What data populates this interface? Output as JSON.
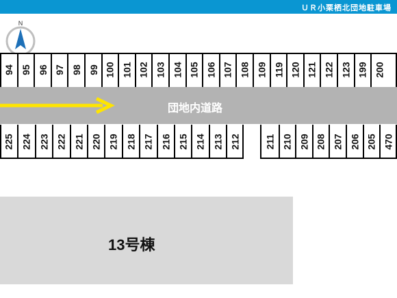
{
  "header": {
    "title": "ＵＲ小栗栖北団地駐車場",
    "bar_color": "#0a96d2"
  },
  "compass": {
    "letter": "N",
    "icon": "north-arrow-icon",
    "color": "#1d70b8"
  },
  "road": {
    "label": "団地内道路",
    "arrow_color": "#ffe500"
  },
  "building": {
    "label": "13号棟"
  },
  "stalls": {
    "top_row": [
      "94",
      "95",
      "96",
      "97",
      "98",
      "99",
      "100",
      "101",
      "102",
      "103",
      "104",
      "105",
      "106",
      "107",
      "108",
      "109",
      "119",
      "120",
      "121",
      "122",
      "123",
      "199",
      "200"
    ],
    "bottom_left": [
      "225",
      "224",
      "223",
      "222",
      "221",
      "220",
      "219",
      "218",
      "217",
      "216",
      "215",
      "214",
      "213",
      "212"
    ],
    "bottom_right": [
      "211",
      "210",
      "209",
      "208",
      "207",
      "206",
      "205",
      "470"
    ]
  }
}
